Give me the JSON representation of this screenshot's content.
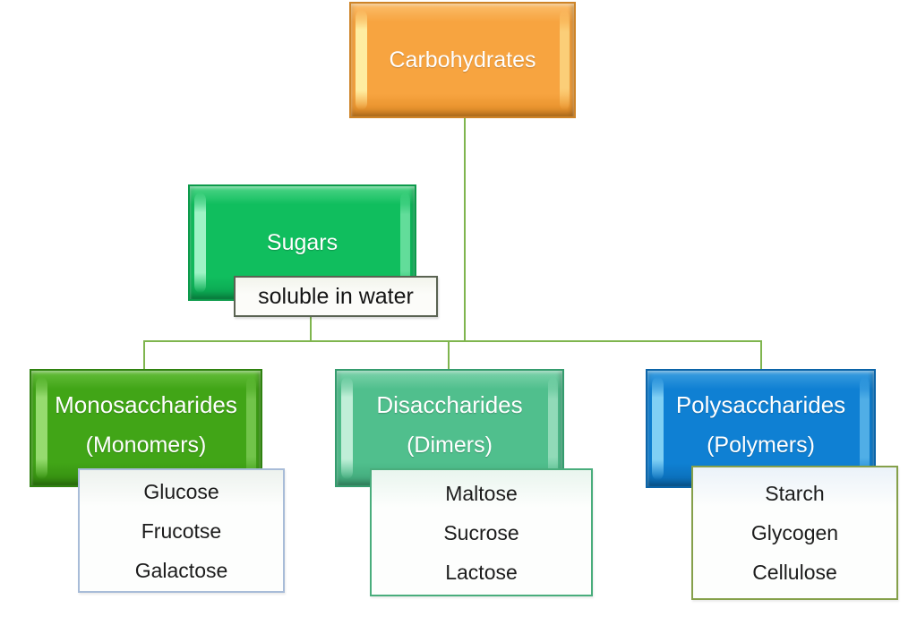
{
  "diagram": {
    "root": {
      "label": "Carbohydrates"
    },
    "sugars": {
      "label": "Sugars"
    },
    "note": {
      "label": "soluble in water"
    },
    "branches": [
      {
        "title": "Monosaccharides",
        "subtitle": "(Monomers)",
        "items": [
          "Glucose",
          "Frucotse",
          "Galactose"
        ]
      },
      {
        "title": "Disaccharides",
        "subtitle": "(Dimers)",
        "items": [
          "Maltose",
          "Sucrose",
          "Lactose"
        ]
      },
      {
        "title": "Polysaccharides",
        "subtitle": "(Polymers)",
        "items": [
          "Starch",
          "Glycogen",
          "Cellulose"
        ]
      }
    ],
    "colors": {
      "root_fill": "#F7A440",
      "sugars_fill": "#10BE5E",
      "monosaccharides_fill": "#41A517",
      "disaccharides_fill": "#50BF8D",
      "polysaccharides_fill": "#0F80D3",
      "connector": "#7FB54E",
      "note_border": "#5A6352",
      "mono_list_border": "#A8BCD8",
      "di_list_border": "#49AD7C",
      "poly_list_border": "#85A04A"
    }
  }
}
